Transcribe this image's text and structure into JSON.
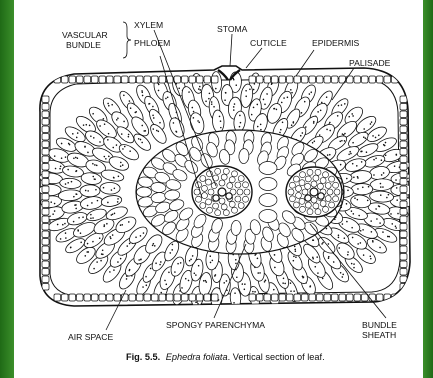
{
  "labels": {
    "vascular_line1": "VASCULAR",
    "vascular_line2": "BUNDLE",
    "xylem": "XYLEM",
    "phloem": "PHLOEM",
    "stoma": "STOMA",
    "cuticle": "CUTICLE",
    "epidermis": "EPIDERMIS",
    "palisade": "PALISADE",
    "air_space": "AIR SPACE",
    "spongy_parenchyma": "SPONGY PARENCHYMA",
    "bundle_line1": "BUNDLE",
    "bundle_line2": "SHEATH"
  },
  "caption": {
    "figure_number": "Fig. 5.5.",
    "species": "Ephedra foliata",
    "description": ". Vertical section of leaf."
  },
  "colors": {
    "frame_green": "#2f7d22",
    "paper": "#ffffff",
    "ink": "#111111"
  }
}
